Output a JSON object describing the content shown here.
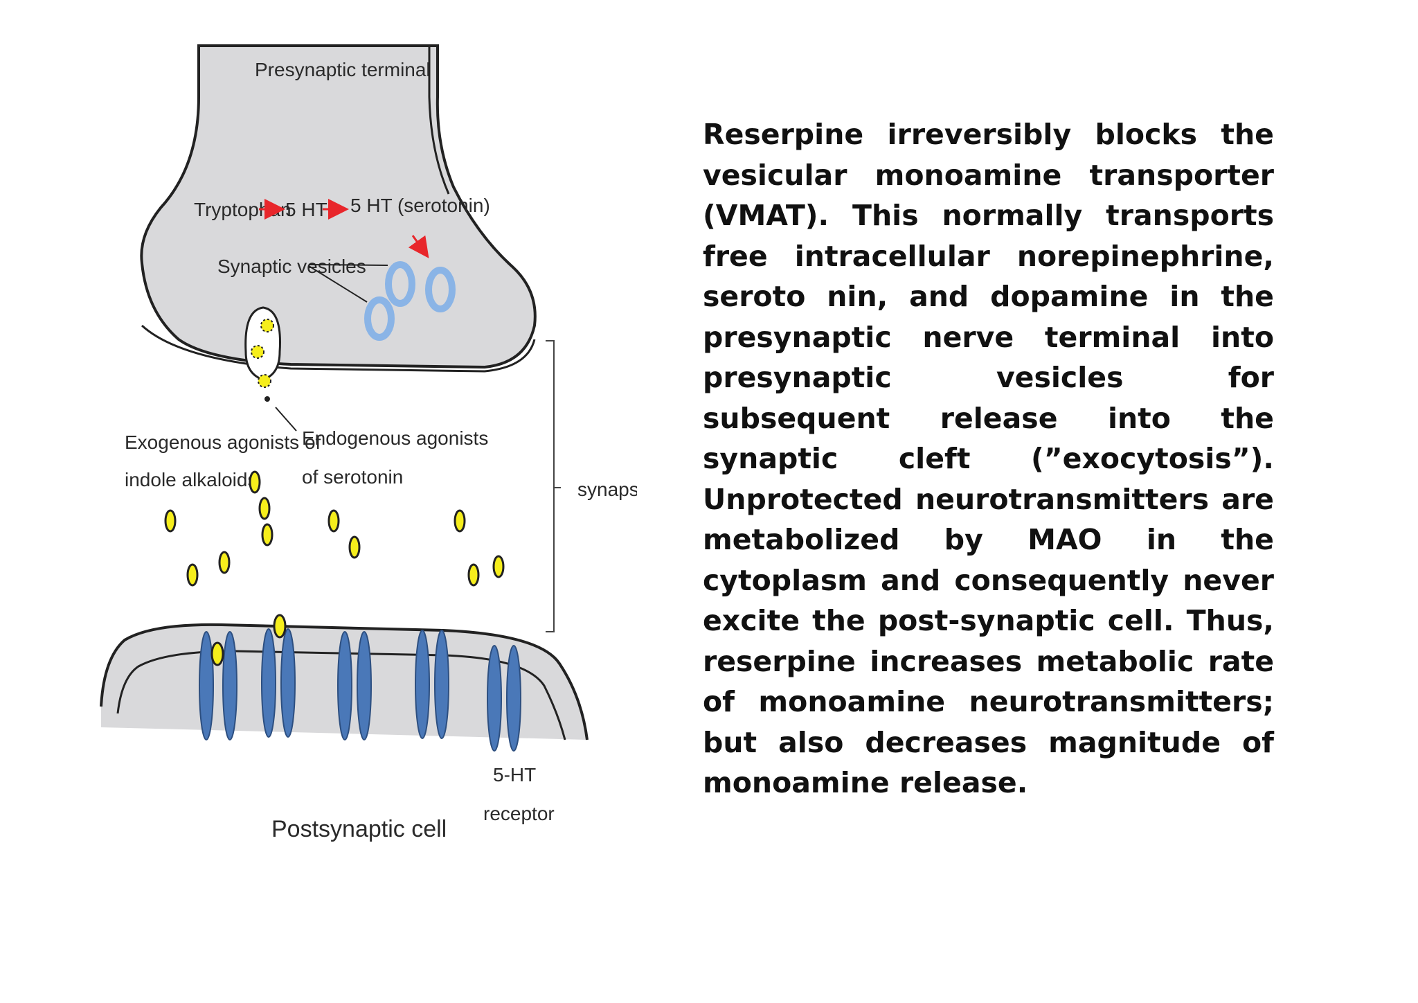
{
  "diagram": {
    "labels": {
      "presynaptic_terminal": "Presynaptic terminal",
      "tryptophan": "Tryptophan",
      "htp": "5 HTP",
      "serotonin": "5 HT (serotonin)",
      "synaptic_vesicles": "Synaptic vesicles",
      "exogenous_line1": "Exogenous agonists of",
      "exogenous_line2": "indole alkaloids",
      "endogenous_line1": "Endogenous agonists",
      "endogenous_line2": "of serotonin",
      "synapse": "synapse",
      "receptor_line1": "5-HT",
      "receptor_line2": "receptor",
      "postsynaptic_cell": "Postsynaptic cell"
    },
    "colors": {
      "membrane_fill": "#d9d9db",
      "outline": "#222222",
      "arrow_red": "#e8262b",
      "vesicle_blue": "#8ab4e6",
      "receptor_blue": "#4a78b8",
      "agonist_yellow": "#f6ee1c"
    }
  },
  "paragraph": "Reserpine irreversibly blocks the vesicular monoamine transporter (VMAT). This normally transports free intracellular norepinephrine, seroto nin, and dopamine in the presynaptic nerve terminal into presynaptic vesicles for subsequent release into the synaptic cleft (”exocytosis”). Unprotected neurotransmitters are metabolized by MAO in the cytoplasm and consequently never excite the post-synaptic cell. Thus, reserpine increases metabolic rate of monoamine neurotransmitters; but also decreases magnitude of monoamine release."
}
